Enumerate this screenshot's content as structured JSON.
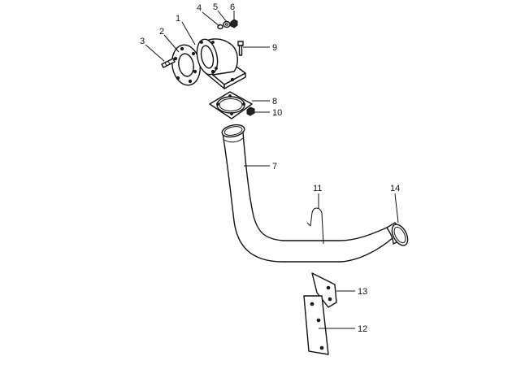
{
  "diagram": {
    "callouts": [
      {
        "id": "1",
        "text": "1"
      },
      {
        "id": "2",
        "text": "2"
      },
      {
        "id": "3",
        "text": "3"
      },
      {
        "id": "4",
        "text": "4"
      },
      {
        "id": "5",
        "text": "5"
      },
      {
        "id": "6",
        "text": "6"
      },
      {
        "id": "7",
        "text": "7"
      },
      {
        "id": "8",
        "text": "8"
      },
      {
        "id": "9",
        "text": "9"
      },
      {
        "id": "10",
        "text": "10"
      },
      {
        "id": "11",
        "text": "11"
      },
      {
        "id": "12",
        "text": "12"
      },
      {
        "id": "13",
        "text": "13"
      },
      {
        "id": "14",
        "text": "14"
      }
    ],
    "colors": {
      "line": "#111111",
      "background": "#ffffff"
    }
  }
}
